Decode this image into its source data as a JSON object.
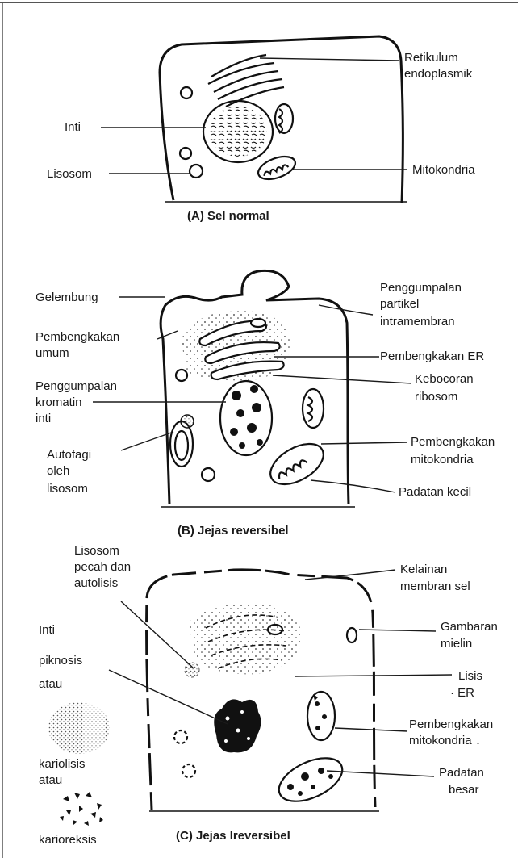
{
  "panels": [
    {
      "caption": "(A) Sel normal",
      "labels": {
        "retikulum_line1": "Retikulum",
        "retikulum_line2": "endoplasmik",
        "inti": "Inti",
        "lisosom": "Lisosom",
        "mitokondria": "Mitokondria"
      }
    },
    {
      "caption": "(B) Jejas reversibel",
      "labels": {
        "gelembung": "Gelembung",
        "pembengkakan_umum_1": "Pembengkakan",
        "pembengkakan_umum_2": "umum",
        "penggumpalan_kromatin_1": "Penggumpalan",
        "penggumpalan_kromatin_2": "kromatin",
        "penggumpalan_kromatin_3": "inti",
        "autofagi_1": "Autofagi",
        "autofagi_2": "oleh",
        "autofagi_3": "lisosom",
        "penggumpalan_partikel_1": "Penggumpalan",
        "penggumpalan_partikel_2": "partikel",
        "penggumpalan_partikel_3": "intramembran",
        "pembengkakan_er": "Pembengkakan ER",
        "kebocoran_1": "Kebocoran",
        "kebocoran_2": "ribosom",
        "pembengkakan_mito_1": "Pembengkakan",
        "pembengkakan_mito_2": "mitokondria",
        "padatan_kecil": "Padatan kecil"
      }
    },
    {
      "caption": "(C) Jejas Ireversibel",
      "labels": {
        "lisosom_pecah_1": "Lisosom",
        "lisosom_pecah_2": "pecah dan",
        "lisosom_pecah_3": "autolisis",
        "inti": "Inti",
        "piknosis": "piknosis",
        "atau_1": "atau",
        "kariolisis": "kariolisis",
        "atau_2": "atau",
        "karioreksis": "karioreksis",
        "kelainan_1": "Kelainan",
        "kelainan_2": "membran sel",
        "gambaran_1": "Gambaran",
        "gambaran_2": "mielin",
        "lisis_1": "Lisis",
        "lisis_2": "· ER",
        "pembengkakan_1": "Pembengkakan",
        "pembengkakan_2": "mitokondria ↓",
        "padatan_1": "Padatan",
        "padatan_2": "besar"
      }
    }
  ]
}
